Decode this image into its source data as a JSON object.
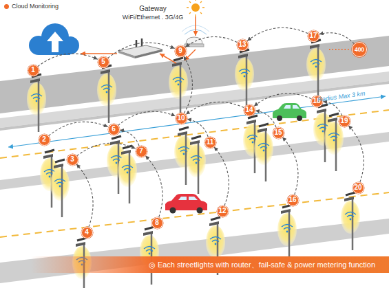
{
  "diagram": {
    "caption": "◎ Each streetlights with router、fail-safe & power metering function",
    "nodes": [
      {
        "text": [
          "1"
        ]
      },
      {
        "text": [
          "2"
        ]
      },
      {
        "text": [
          "3"
        ]
      },
      {
        "text": [
          "4"
        ]
      },
      {
        "text": [
          "5"
        ]
      },
      {
        "text": [
          "6"
        ]
      },
      {
        "text": [
          "7"
        ]
      },
      {
        "text": [
          "8"
        ]
      },
      {
        "text": [
          "9"
        ]
      },
      {
        "text": [
          "10"
        ]
      },
      {
        "text": [
          "11"
        ]
      },
      {
        "text": [
          "12"
        ]
      },
      {
        "text": [
          "13"
        ]
      },
      {
        "text": [
          "14"
        ]
      },
      {
        "text": [
          "15"
        ]
      },
      {
        "text": [
          "16"
        ]
      },
      {
        "text": [
          "17"
        ]
      },
      {
        "text": [
          "18"
        ]
      },
      {
        "text": [
          "19"
        ]
      },
      {
        "text": [
          "20"
        ]
      },
      {
        "text": [
          "400"
        ]
      }
    ],
    "edges": [
      {
        "from": 0,
        "to": 4,
        "arrow": "to"
      },
      {
        "from": 4,
        "to": 8,
        "arrow": "to"
      },
      {
        "from": 12,
        "to": 8,
        "arrow": "to"
      },
      {
        "from": 16,
        "to": 12,
        "arrow": "to"
      },
      {
        "from": 20,
        "to": 16,
        "arrow": "to"
      },
      {
        "from": 1,
        "to": 5,
        "arrow": "to"
      },
      {
        "from": 3,
        "to": 2,
        "arrow": "to"
      },
      {
        "from": 2,
        "to": 6,
        "arrow": "to"
      },
      {
        "from": 7,
        "to": 6,
        "arrow": "to"
      },
      {
        "from": 6,
        "to": 5,
        "arrow": "to"
      },
      {
        "from": 5,
        "to": 9,
        "arrow": "to"
      },
      {
        "from": 11,
        "to": 10,
        "arrow": "to"
      },
      {
        "from": 10,
        "to": 9,
        "arrow": "to"
      },
      {
        "from": 9,
        "to": 8,
        "arrow": "to"
      },
      {
        "from": 15,
        "to": 14,
        "arrow": "to"
      },
      {
        "from": 14,
        "to": 13,
        "arrow": "to"
      },
      {
        "from": 13,
        "to": 9,
        "arrow": "to"
      },
      {
        "from": 19,
        "to": 18,
        "arrow": "to"
      },
      {
        "from": 18,
        "to": 17,
        "arrow": "to"
      },
      {
        "from": 17,
        "to": 13,
        "arrow": "to"
      }
    ],
    "labels": [
      "Gateway",
      "WiFi/Ethernet . 3G/4G",
      "Radius Max 3 km"
    ],
    "legend": [
      {
        "text": "Cloud Monitoring",
        "color": "#f26b2a"
      }
    ]
  }
}
